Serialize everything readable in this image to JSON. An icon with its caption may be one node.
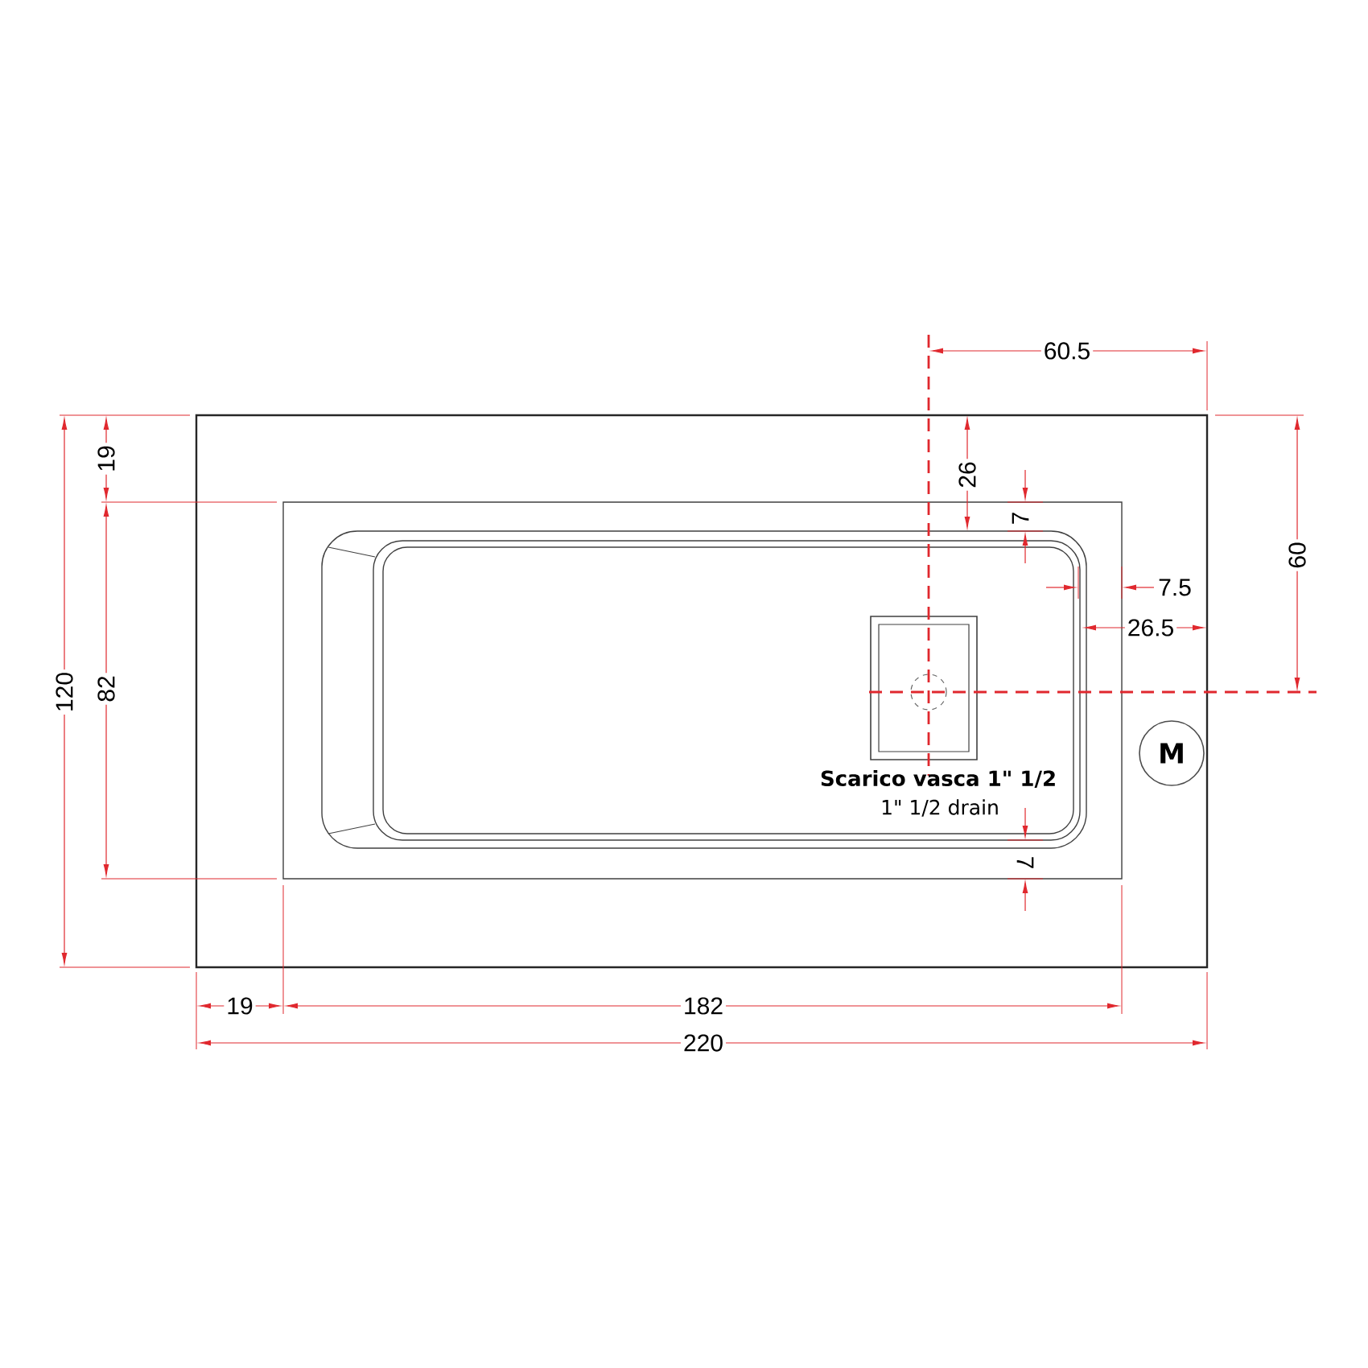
{
  "diagram": {
    "nodes": [
      {
        "text": [
          "M"
        ]
      }
    ],
    "labels": [
      "60.5",
      "19",
      "120",
      "26",
      "7",
      "60",
      "7.5",
      "26.5",
      "82",
      "Scarico vasca 1\" 1/2",
      "1\" 1/2 drain",
      "7",
      "19",
      "182",
      "220"
    ]
  }
}
